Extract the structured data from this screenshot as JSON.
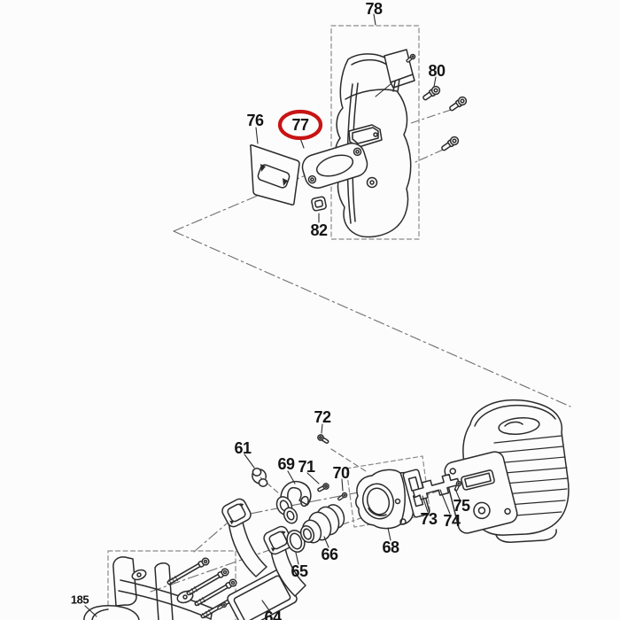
{
  "diagram": {
    "background_color": "#fcfcfc",
    "line_color": "#2b2b2b",
    "dash_line_color": "#6e6e6e",
    "highlight_color": "#c81414",
    "highlighted_part_label": "77"
  },
  "parts": {
    "p61": {
      "label": "61"
    },
    "p64": {
      "label": "64"
    },
    "p65": {
      "label": "65"
    },
    "p66": {
      "label": "66"
    },
    "p68": {
      "label": "68"
    },
    "p69": {
      "label": "69"
    },
    "p70": {
      "label": "70"
    },
    "p71": {
      "label": "71"
    },
    "p72": {
      "label": "72"
    },
    "p73": {
      "label": "73"
    },
    "p74": {
      "label": "74"
    },
    "p75": {
      "label": "75"
    },
    "p76": {
      "label": "76"
    },
    "p77": {
      "label": "77",
      "highlighted": true
    },
    "p78": {
      "label": "78"
    },
    "p80": {
      "label": "80"
    },
    "p82": {
      "label": "82"
    },
    "p185": {
      "label": "185"
    }
  }
}
